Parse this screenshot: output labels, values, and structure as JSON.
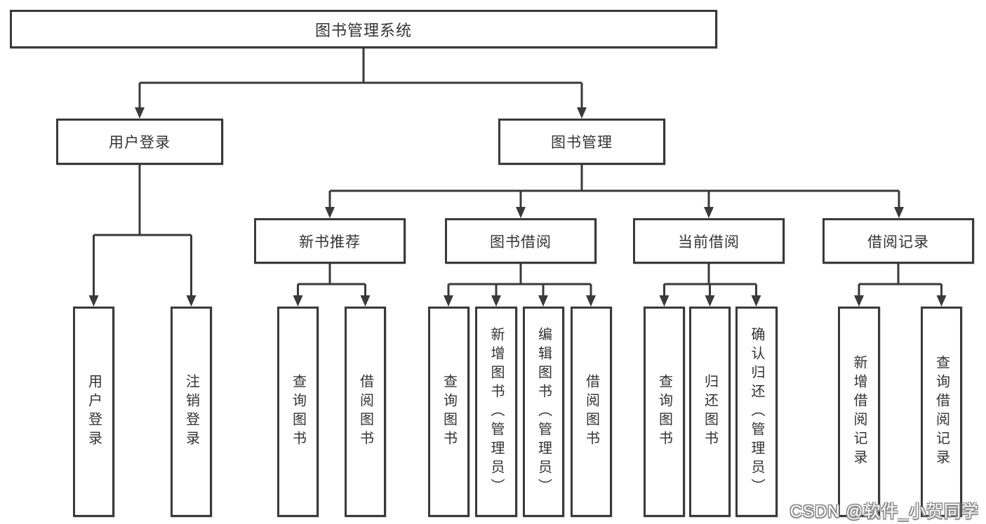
{
  "tree": {
    "label": "图书管理系统",
    "children": [
      {
        "label": "用户登录",
        "children": [
          {
            "label": "用户登录"
          },
          {
            "label": "注销登录"
          }
        ]
      },
      {
        "label": "图书管理",
        "children": [
          {
            "label": "新书推荐",
            "children": [
              {
                "label": "查询图书"
              },
              {
                "label": "借阅图书"
              }
            ]
          },
          {
            "label": "图书借阅",
            "children": [
              {
                "label": "查询图书"
              },
              {
                "label": "新增图书（管理员）"
              },
              {
                "label": "编辑图书（管理员）"
              },
              {
                "label": "借阅图书"
              }
            ]
          },
          {
            "label": "当前借阅",
            "children": [
              {
                "label": "查询图书"
              },
              {
                "label": "归还图书"
              },
              {
                "label": "确认归还（管理员）"
              }
            ]
          },
          {
            "label": "借阅记录",
            "children": [
              {
                "label": "新增借阅记录"
              },
              {
                "label": "查询借阅记录"
              }
            ]
          }
        ]
      }
    ]
  },
  "watermark": {
    "text": "CSDN @软件_小贺同学"
  },
  "colors": {
    "line": "#3a3a3a",
    "box_border": "#3a3a3a",
    "text": "#333333",
    "background": "#ffffff",
    "watermark_fill": "#ffffff",
    "watermark_outline": "#8c8c8c"
  }
}
